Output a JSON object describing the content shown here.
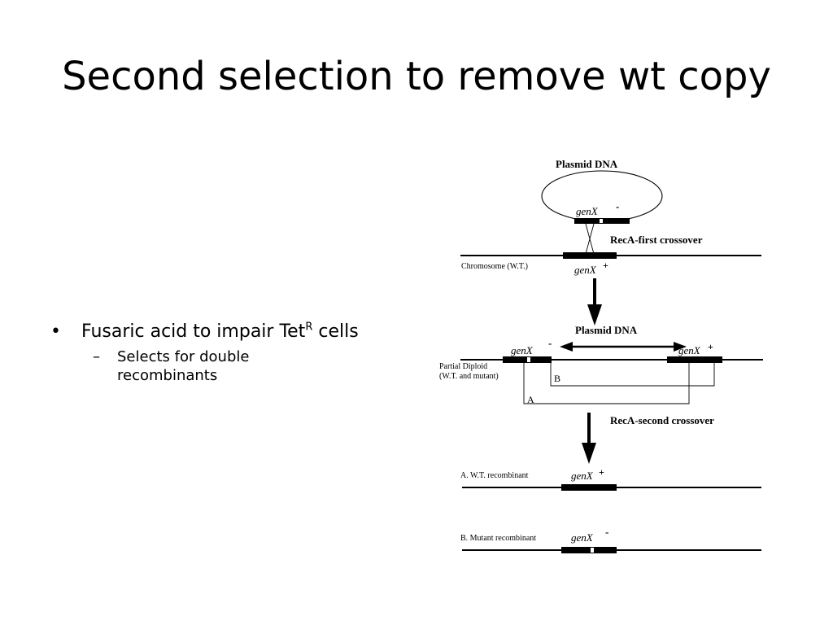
{
  "slide": {
    "title": "Second selection to remove wt copy",
    "bullets": [
      {
        "text": "Fusaric acid to impair Tet",
        "superscript": "R",
        "suffix": " cells",
        "sub": [
          "Selects for double recombinants"
        ]
      }
    ]
  },
  "diagram": {
    "plasmid_label_top": "Plasmid DNA",
    "genx_minus_top": "genX",
    "minus_sign": "-",
    "first_crossover": "RecA-first crossover",
    "chromosome_label": "Chromosome (W.T.)",
    "genx_plus_chrom": "genX",
    "plus_sign": "+",
    "plasmid_label_mid": "Plasmid DNA",
    "genx_minus_left": "genX",
    "genx_plus_right": "genX",
    "partial_diploid_line1": "Partial Diploid",
    "partial_diploid_line2": "(W.T. and mutant)",
    "path_b": "B",
    "path_a": "A",
    "second_crossover": "RecA-second crossover",
    "wt_recombinant": "A. W.T. recombinant",
    "genx_plus_wt": "genX",
    "mutant_recombinant": "B. Mutant recombinant",
    "genx_minus_mut": "genX"
  }
}
